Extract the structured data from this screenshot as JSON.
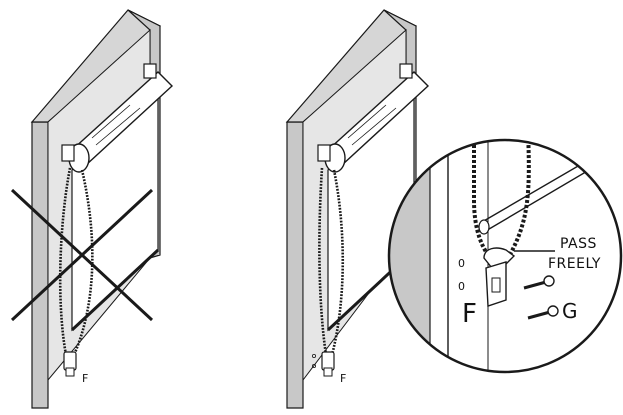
{
  "labels": {
    "left_bracket": "F",
    "right_bracket": "F",
    "detail_bracket": "F",
    "detail_screw": "G",
    "pass_line1": "PASS",
    "pass_line2": "FREELY",
    "marker_top": "0",
    "marker_bottom": "0"
  },
  "colors": {
    "wall_face": "#c8c8c8",
    "outline": "#1a1a1a",
    "cross": "#1a1a1a",
    "fabric": "#ffffff"
  },
  "icons": [
    "cross-mark-icon",
    "screw-icon",
    "bracket-icon",
    "magnifier-circle-icon"
  ]
}
